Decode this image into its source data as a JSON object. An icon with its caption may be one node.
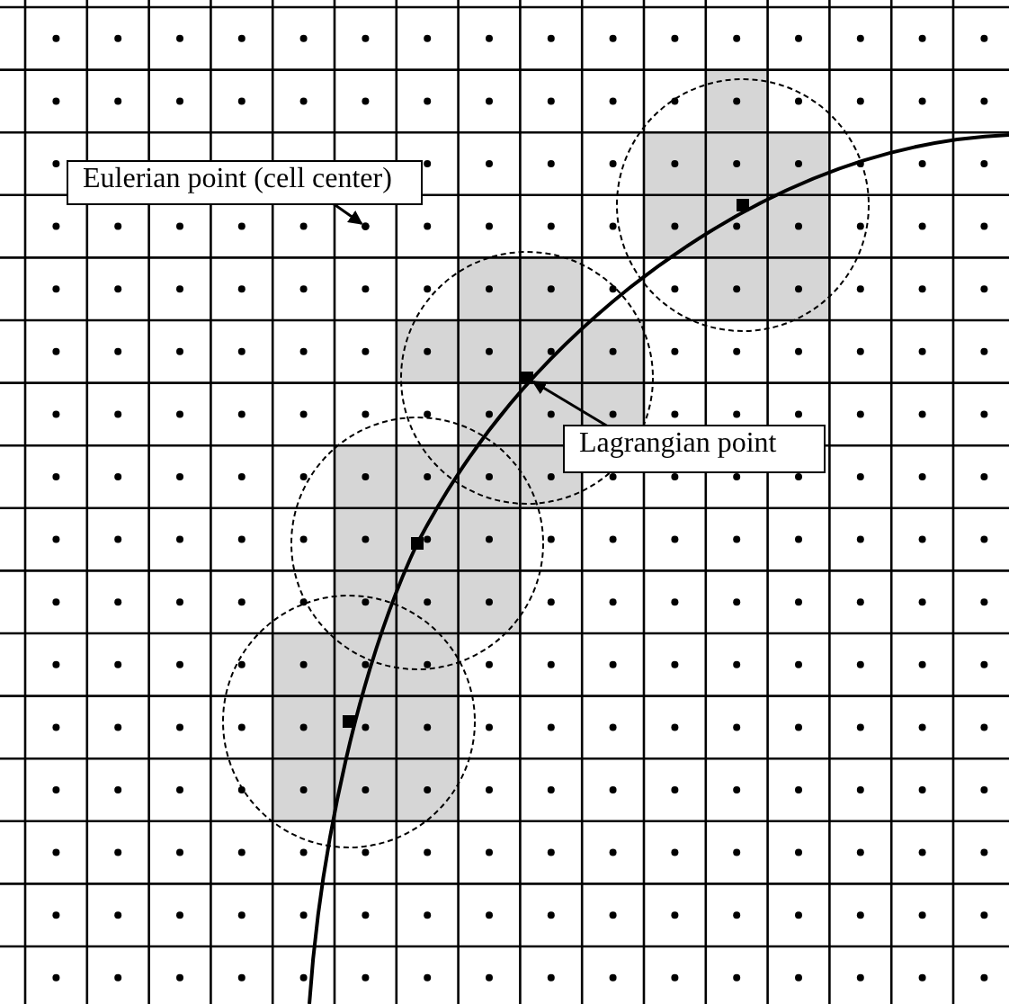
{
  "diagram": {
    "nodes": [
      {
        "text": [
          "Eulerian point (cell center)"
        ]
      },
      {
        "text": [],
        "shape": "circle"
      },
      {
        "text": [
          "Lagrangian point"
        ]
      },
      {
        "text": [],
        "shape": "box"
      }
    ],
    "edges": [
      {
        "from": 0,
        "to": 1,
        "arrow": "to"
      },
      {
        "from": 2,
        "to": 3,
        "arrow": "to"
      }
    ]
  }
}
